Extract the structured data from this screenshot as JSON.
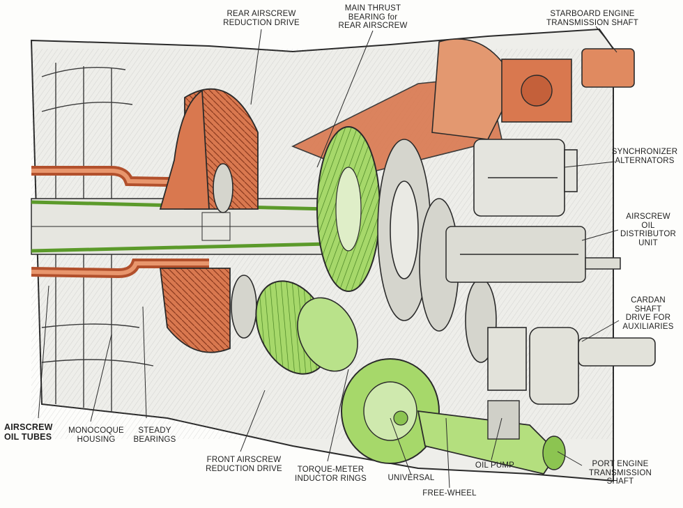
{
  "labels": {
    "rear_airscrew_reduction_drive": "REAR AIRSCREW\nREDUCTION DRIVE",
    "main_thrust_bearing": "MAIN THRUST\nBEARING for\nREAR AIRSCREW",
    "starboard_engine_shaft": "STARBOARD ENGINE\nTRANSMISSION SHAFT",
    "synchronizer_alternators": "SYNCHRONIZER\nALTERNATORS",
    "airscrew_oil_distributor": "AIRSCREW\nOIL\nDISTRIBUTOR\nUNIT",
    "cardan_shaft_drive": "CARDAN\nSHAFT\nDRIVE FOR\nAUXILIARIES",
    "airscrew_oil_tubes": "AIRSCREW\nOIL TUBES",
    "monocoque_housing": "MONOCOQUE\nHOUSING",
    "steady_bearings": "STEADY\nBEARINGS",
    "front_airscrew_reduction_drive": "FRONT AIRSCREW\nREDUCTION DRIVE",
    "torque_meter_inductor_rings": "TORQUE-METER\nINDUCTOR RINGS",
    "universal": "UNIVERSAL",
    "free_wheel": "FREE-WHEEL",
    "oil_pump": "OIL PUMP",
    "port_engine_shaft": "PORT ENGINE\nTRANSMISSION\nSHAFT"
  },
  "colors": {
    "orange": "#d9784f",
    "orange_dark": "#b2502c",
    "green": "#a6d86a",
    "green_dark": "#5b9a2a",
    "ink": "#2a2a2a",
    "grey": "#cfcfc8"
  }
}
